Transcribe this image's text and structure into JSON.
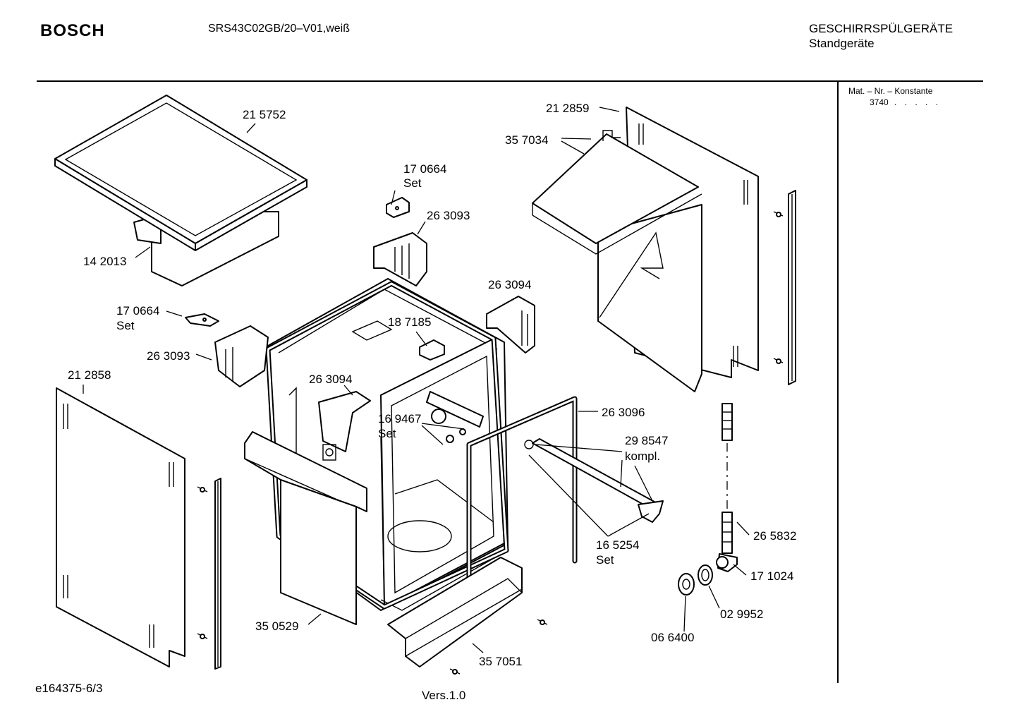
{
  "header": {
    "brand": "BOSCH",
    "model": "SRS43C02GB/20–V01,weiß",
    "category_line1": "GESCHIRRSPÜLGERÄTE",
    "category_line2": "Standgeräte"
  },
  "sidebar": {
    "mat_label": "Mat. – Nr. – Konstante",
    "mat_value": "3740",
    "mat_dots": ". . . . ."
  },
  "footer": {
    "drawing_id": "e164375-6/3",
    "version": "Vers.1.0"
  },
  "part_labels": [
    {
      "id": "p215752",
      "number": "21 5752"
    },
    {
      "id": "p142013",
      "number": "14 2013"
    },
    {
      "id": "p170664a",
      "number": "17 0664",
      "suffix": "Set"
    },
    {
      "id": "p263093a",
      "number": "26 3093"
    },
    {
      "id": "p212859",
      "number": "21 2859"
    },
    {
      "id": "p357034",
      "number": "35 7034"
    },
    {
      "id": "p263094a",
      "number": "26 3094"
    },
    {
      "id": "p170664b",
      "number": "17 0664",
      "suffix": "Set"
    },
    {
      "id": "p187185",
      "number": "18 7185"
    },
    {
      "id": "p263093b",
      "number": "26 3093"
    },
    {
      "id": "p212858",
      "number": "21 2858"
    },
    {
      "id": "p263094b",
      "number": "26 3094"
    },
    {
      "id": "p169467",
      "number": "16 9467",
      "suffix": "Set"
    },
    {
      "id": "p263096",
      "number": "26 3096"
    },
    {
      "id": "p298547",
      "number": "29 8547",
      "suffix": "kompl."
    },
    {
      "id": "p165254",
      "number": "16 5254",
      "suffix": "Set"
    },
    {
      "id": "p265832",
      "number": "26 5832"
    },
    {
      "id": "p171024",
      "number": "17 1024"
    },
    {
      "id": "p029952",
      "number": "02 9952"
    },
    {
      "id": "p066400",
      "number": "06 6400"
    },
    {
      "id": "p350529",
      "number": "35 0529"
    },
    {
      "id": "p357051",
      "number": "35 7051"
    }
  ]
}
